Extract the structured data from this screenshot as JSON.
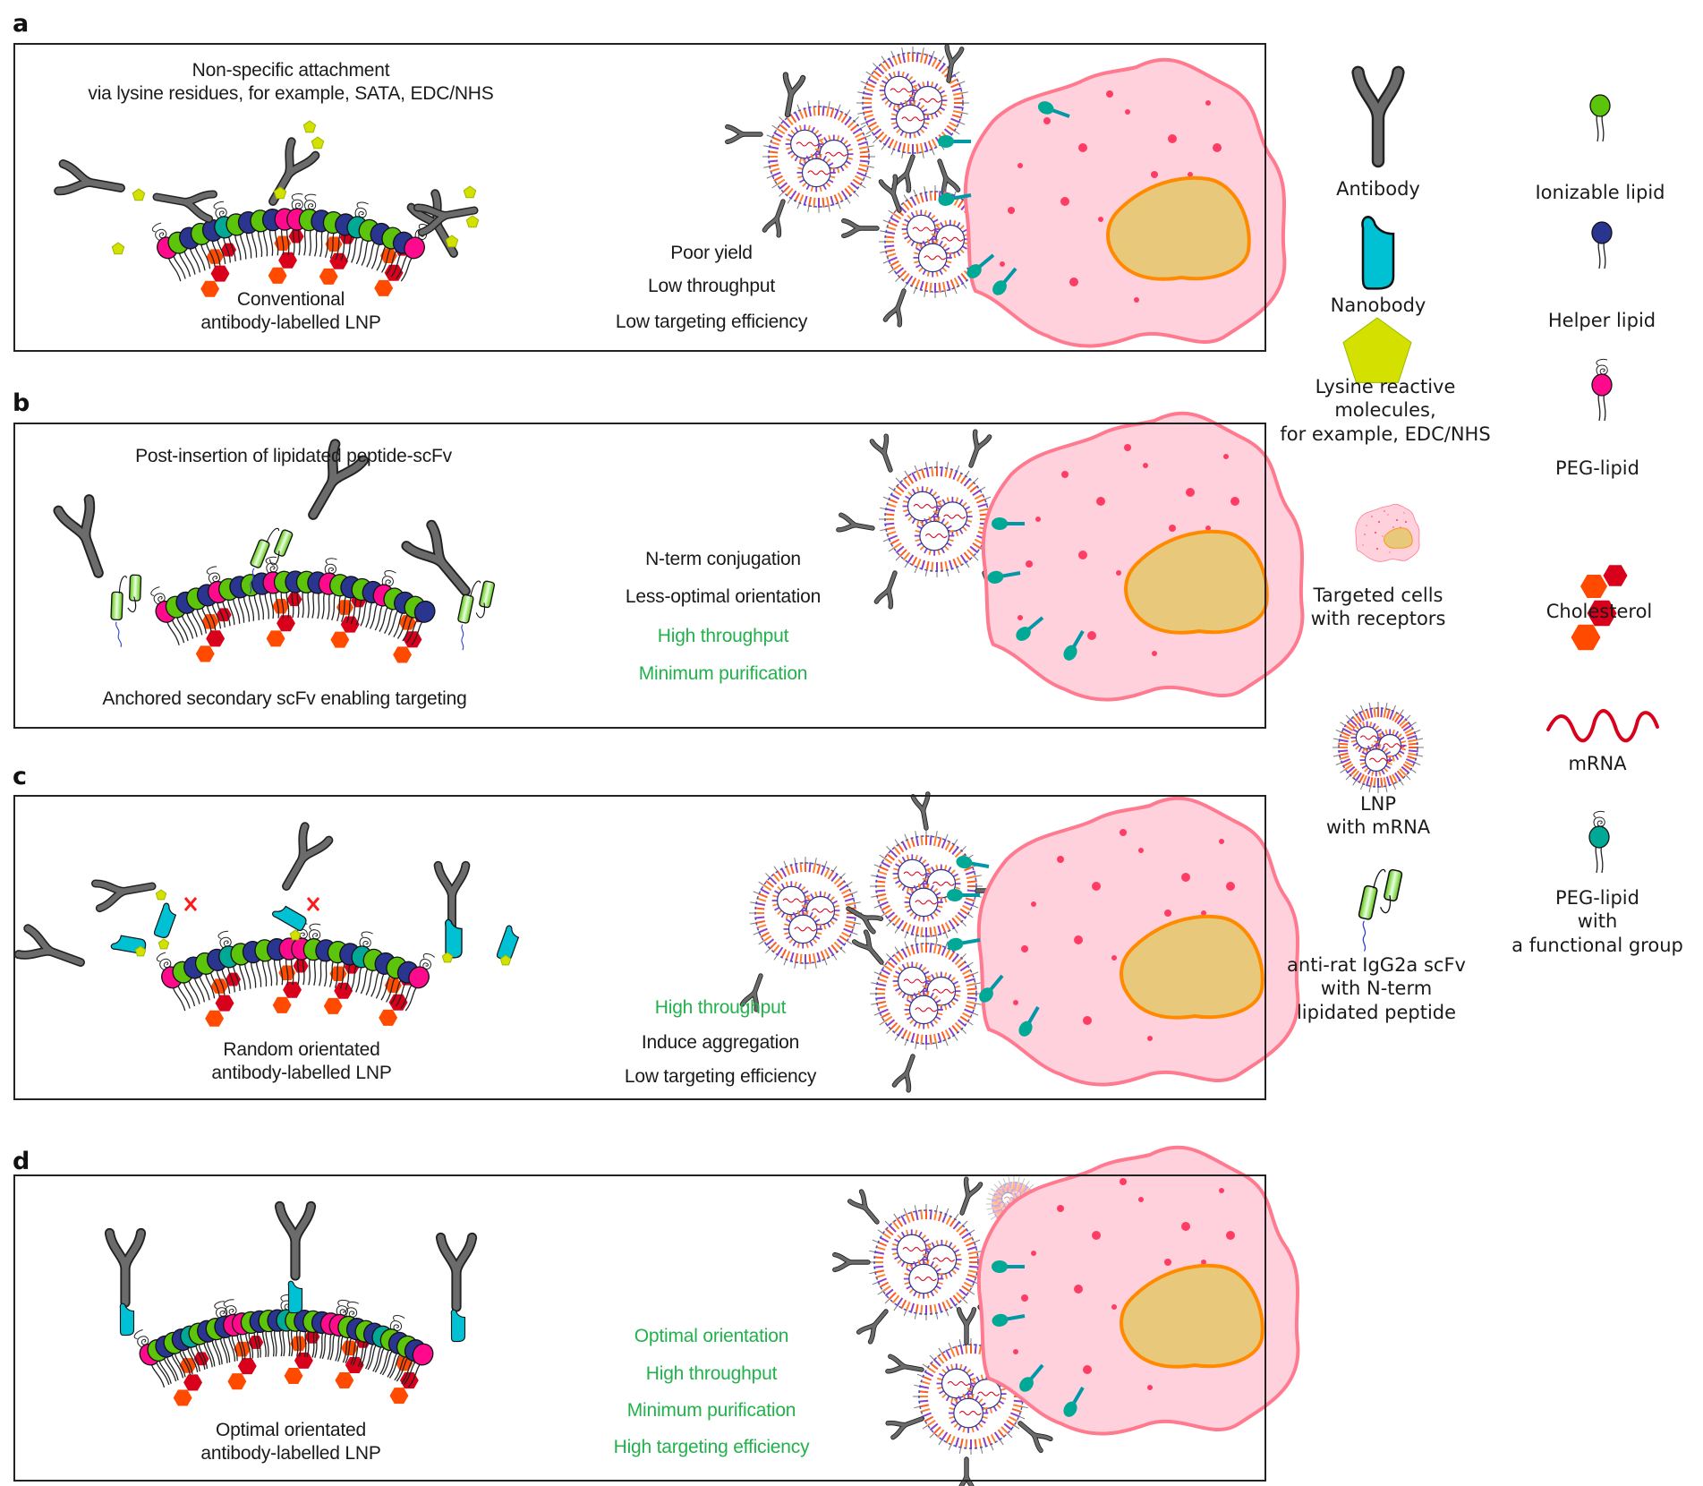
{
  "figure": {
    "panels": [
      {
        "letter": "a",
        "top_caption": [
          "Non-specific attachment",
          "via lysine residues, for example, SATA, EDC/NHS"
        ],
        "bottom_caption": [
          "Conventional",
          "antibody-labelled LNP"
        ],
        "outcomes": [
          {
            "text": "Poor yield",
            "tone": "negative"
          },
          {
            "text": "Low throughput",
            "tone": "negative"
          },
          {
            "text": "Low targeting efficiency",
            "tone": "negative"
          }
        ]
      },
      {
        "letter": "b",
        "top_caption": [
          "Post-insertion of lipidated peptide-scFv"
        ],
        "bottom_caption": [
          "Anchored secondary scFv enabling targeting"
        ],
        "outcomes": [
          {
            "text": "N-term conjugation",
            "tone": "negative"
          },
          {
            "text": "Less-optimal orientation",
            "tone": "negative"
          },
          {
            "text": "High throughput",
            "tone": "positive"
          },
          {
            "text": "Minimum purification",
            "tone": "positive"
          }
        ]
      },
      {
        "letter": "c",
        "top_caption": [],
        "bottom_caption": [
          "Random orientated",
          "antibody-labelled LNP"
        ],
        "outcomes": [
          {
            "text": "High throughput",
            "tone": "positive"
          },
          {
            "text": "Induce aggregation",
            "tone": "negative"
          },
          {
            "text": "Low targeting efficiency",
            "tone": "negative"
          }
        ]
      },
      {
        "letter": "d",
        "top_caption": [],
        "bottom_caption": [
          "Optimal orientated",
          "antibody-labelled LNP"
        ],
        "outcomes": [
          {
            "text": "Optimal orientation",
            "tone": "positive"
          },
          {
            "text": "High throughput",
            "tone": "positive"
          },
          {
            "text": "Minimum purification",
            "tone": "positive"
          },
          {
            "text": "High targeting efficiency",
            "tone": "positive"
          }
        ]
      }
    ],
    "legend": [
      {
        "id": "antibody",
        "icon": "antibody-icon",
        "label": [
          "Antibody"
        ]
      },
      {
        "id": "ionizable-lipid",
        "icon": "ionizable-lipid-icon",
        "label": [
          "Ionizable lipid"
        ]
      },
      {
        "id": "nanobody",
        "icon": "nanobody-icon",
        "label": [
          "Nanobody"
        ]
      },
      {
        "id": "helper-lipid",
        "icon": "helper-lipid-icon",
        "label": [
          "Helper lipid"
        ]
      },
      {
        "id": "lysine-reactive",
        "icon": "pentagon-icon",
        "label": [
          "Lysine reactive",
          "molecules,",
          "for example, EDC/NHS"
        ]
      },
      {
        "id": "peg-lipid",
        "icon": "peg-lipid-icon",
        "label": [
          "PEG-lipid"
        ]
      },
      {
        "id": "targeted-cell",
        "icon": "targeted-cell-icon",
        "label": [
          "Targeted cells",
          "with receptors"
        ]
      },
      {
        "id": "cholesterol",
        "icon": "cholesterol-icon",
        "label": [
          "Cholesterol"
        ]
      },
      {
        "id": "mrna",
        "icon": "mrna-icon",
        "label": [
          "mRNA"
        ]
      },
      {
        "id": "lnp",
        "icon": "lnp-icon",
        "label": [
          "LNP",
          "with mRNA"
        ]
      },
      {
        "id": "peg-lipid-functional",
        "icon": "peg-lipid-functional-icon",
        "label": [
          "PEG-lipid",
          "with",
          "a functional group"
        ]
      },
      {
        "id": "scfv",
        "icon": "scfv-icon",
        "label": [
          "anti-rat IgG2a scFv",
          "with N-term",
          "lipidated peptide"
        ]
      }
    ],
    "colors": {
      "ionizable_lipid": "#5cc40a",
      "helper_lipid": "#2a3590",
      "peg_lipid": "#ff0a8c",
      "peg_functional": "#00a896",
      "cholesterol_a": "#ff4a00",
      "cholesterol_b": "#d9001b",
      "antibody": "#6b6b6b",
      "nanobody": "#00c0d4",
      "lysine_reactive": "#d4e000",
      "cell_fill": "#ffd1dc",
      "cell_stroke": "#ff7a8f",
      "nucleus_fill": "#e8c87a",
      "nucleus_stroke": "#ff8a00",
      "positive_text": "#22b14c",
      "mrna": "#d9001b"
    }
  }
}
